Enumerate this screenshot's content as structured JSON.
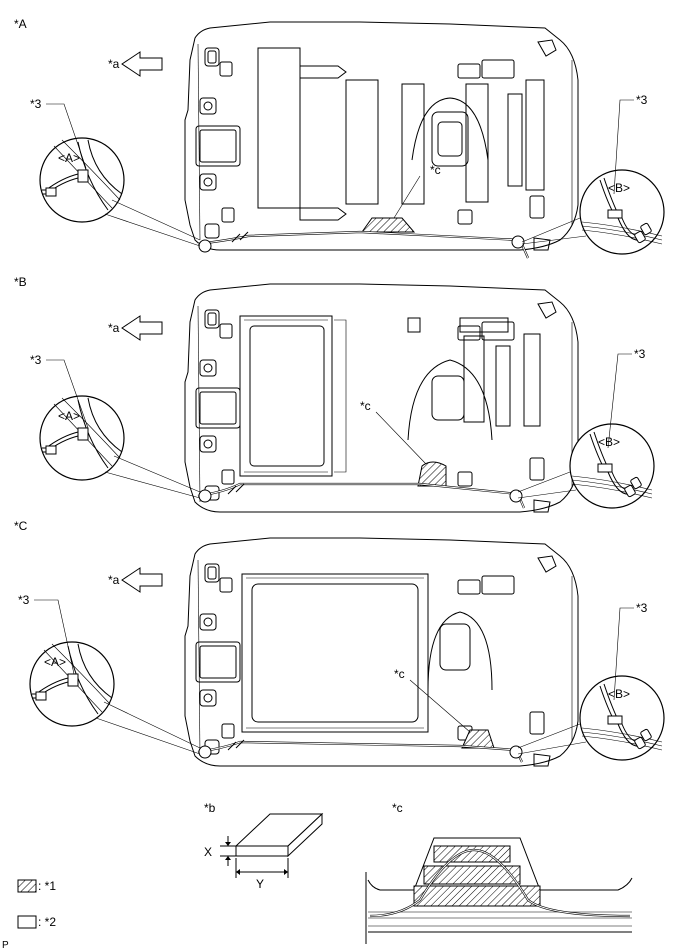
{
  "views": [
    {
      "view_label": "*A",
      "arrow_label": "*a",
      "callout_left": "*3",
      "callout_right": "*3",
      "detail_left": "<A>",
      "detail_right": "<B>",
      "area_label": "*c"
    },
    {
      "view_label": "*B",
      "arrow_label": "*a",
      "callout_left": "*3",
      "callout_right": "*3",
      "detail_left": "<A>",
      "detail_right": "<B>",
      "area_label": "*c"
    },
    {
      "view_label": "*C",
      "arrow_label": "*a",
      "callout_left": "*3",
      "callout_right": "*3",
      "detail_left": "<A>",
      "detail_right": "<B>",
      "area_label": "*c"
    }
  ],
  "detail_b": {
    "title": "*b",
    "dim_x": "X",
    "dim_y": "Y"
  },
  "detail_c": {
    "title": "*c"
  },
  "legend": [
    {
      "swatch": "hatched",
      "label": ": *1"
    },
    {
      "swatch": "blank",
      "label": ": *2"
    }
  ],
  "footer_code": "P"
}
